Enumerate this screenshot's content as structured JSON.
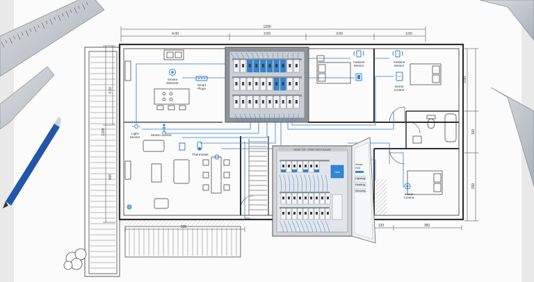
{
  "dimensions": {
    "total": "1200",
    "top": [
      "4.00",
      "3.50",
      "3.50",
      "3.50"
    ],
    "left": [
      "6.50",
      "1200",
      "400"
    ],
    "right": [
      "3.00",
      "100",
      "250"
    ],
    "bottom": [
      "330",
      "120",
      "350"
    ]
  },
  "labels": {
    "smoke_detector": [
      "Smoke",
      "Detector"
    ],
    "smart_plugs": [
      "Smart",
      "Plugs"
    ],
    "light_sensor": [
      "Light",
      "Sensor"
    ],
    "motion_sensor": "Motion Sensor",
    "thermostat": "Thermostat",
    "ambient_sensor_1": [
      "Ambient",
      "Sensor"
    ],
    "ambient_sensor_2": [
      "Ambient",
      "Sensor"
    ],
    "scene_control_1": [
      "Scene",
      "Control"
    ],
    "scene_control_2": [
      "Scene",
      "Control"
    ]
  },
  "panel_door": {
    "header": "Circuit / 11A – Smart / Hub in Security",
    "hub": "Hub",
    "smart_hub": [
      "Smart",
      "Hub"
    ],
    "menu": [
      "Lighting",
      "Heating",
      "Security"
    ]
  },
  "colors": {
    "paper": "#fbfbfb",
    "wall": "#2e2e2e",
    "wire": "#2b7fd0",
    "breaker_blue": "#2f86d6"
  }
}
